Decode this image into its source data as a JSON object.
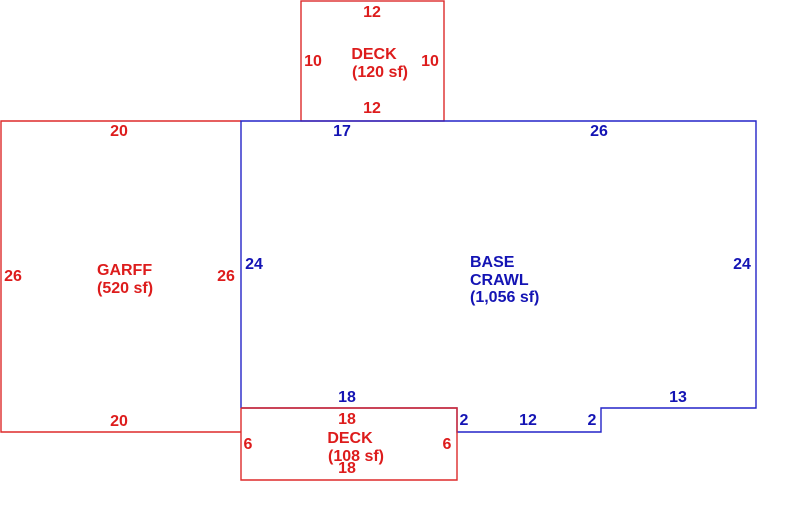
{
  "colors": {
    "addition_line": "#dd2a2a",
    "addition_text": "#dd1c1c",
    "main_line": "#2424c8",
    "main_text": "#1414b4",
    "background": "#ffffff"
  },
  "deck_top": {
    "name": "DECK",
    "area": "(120 sf)",
    "dims": {
      "top": "12",
      "left": "10",
      "right": "10",
      "bottom": "12"
    }
  },
  "garage": {
    "name": "GARFF",
    "area": "(520 sf)",
    "dims": {
      "top": "20",
      "left": "26",
      "right": "26",
      "bottom": "20"
    }
  },
  "base": {
    "name_line1": "BASE",
    "name_line2": "CRAWL",
    "area": "(1,056 sf)",
    "dims": {
      "top_left": "17",
      "top_right": "26",
      "left": "24",
      "right": "24",
      "bottom_left": "18",
      "step_left": "2",
      "step_bottom": "12",
      "step_right": "2",
      "bottom_right": "13"
    }
  },
  "deck_bottom": {
    "name": "DECK",
    "area": "(108 sf)",
    "dims": {
      "top": "18",
      "left": "6",
      "right": "6",
      "bottom": "18"
    }
  }
}
